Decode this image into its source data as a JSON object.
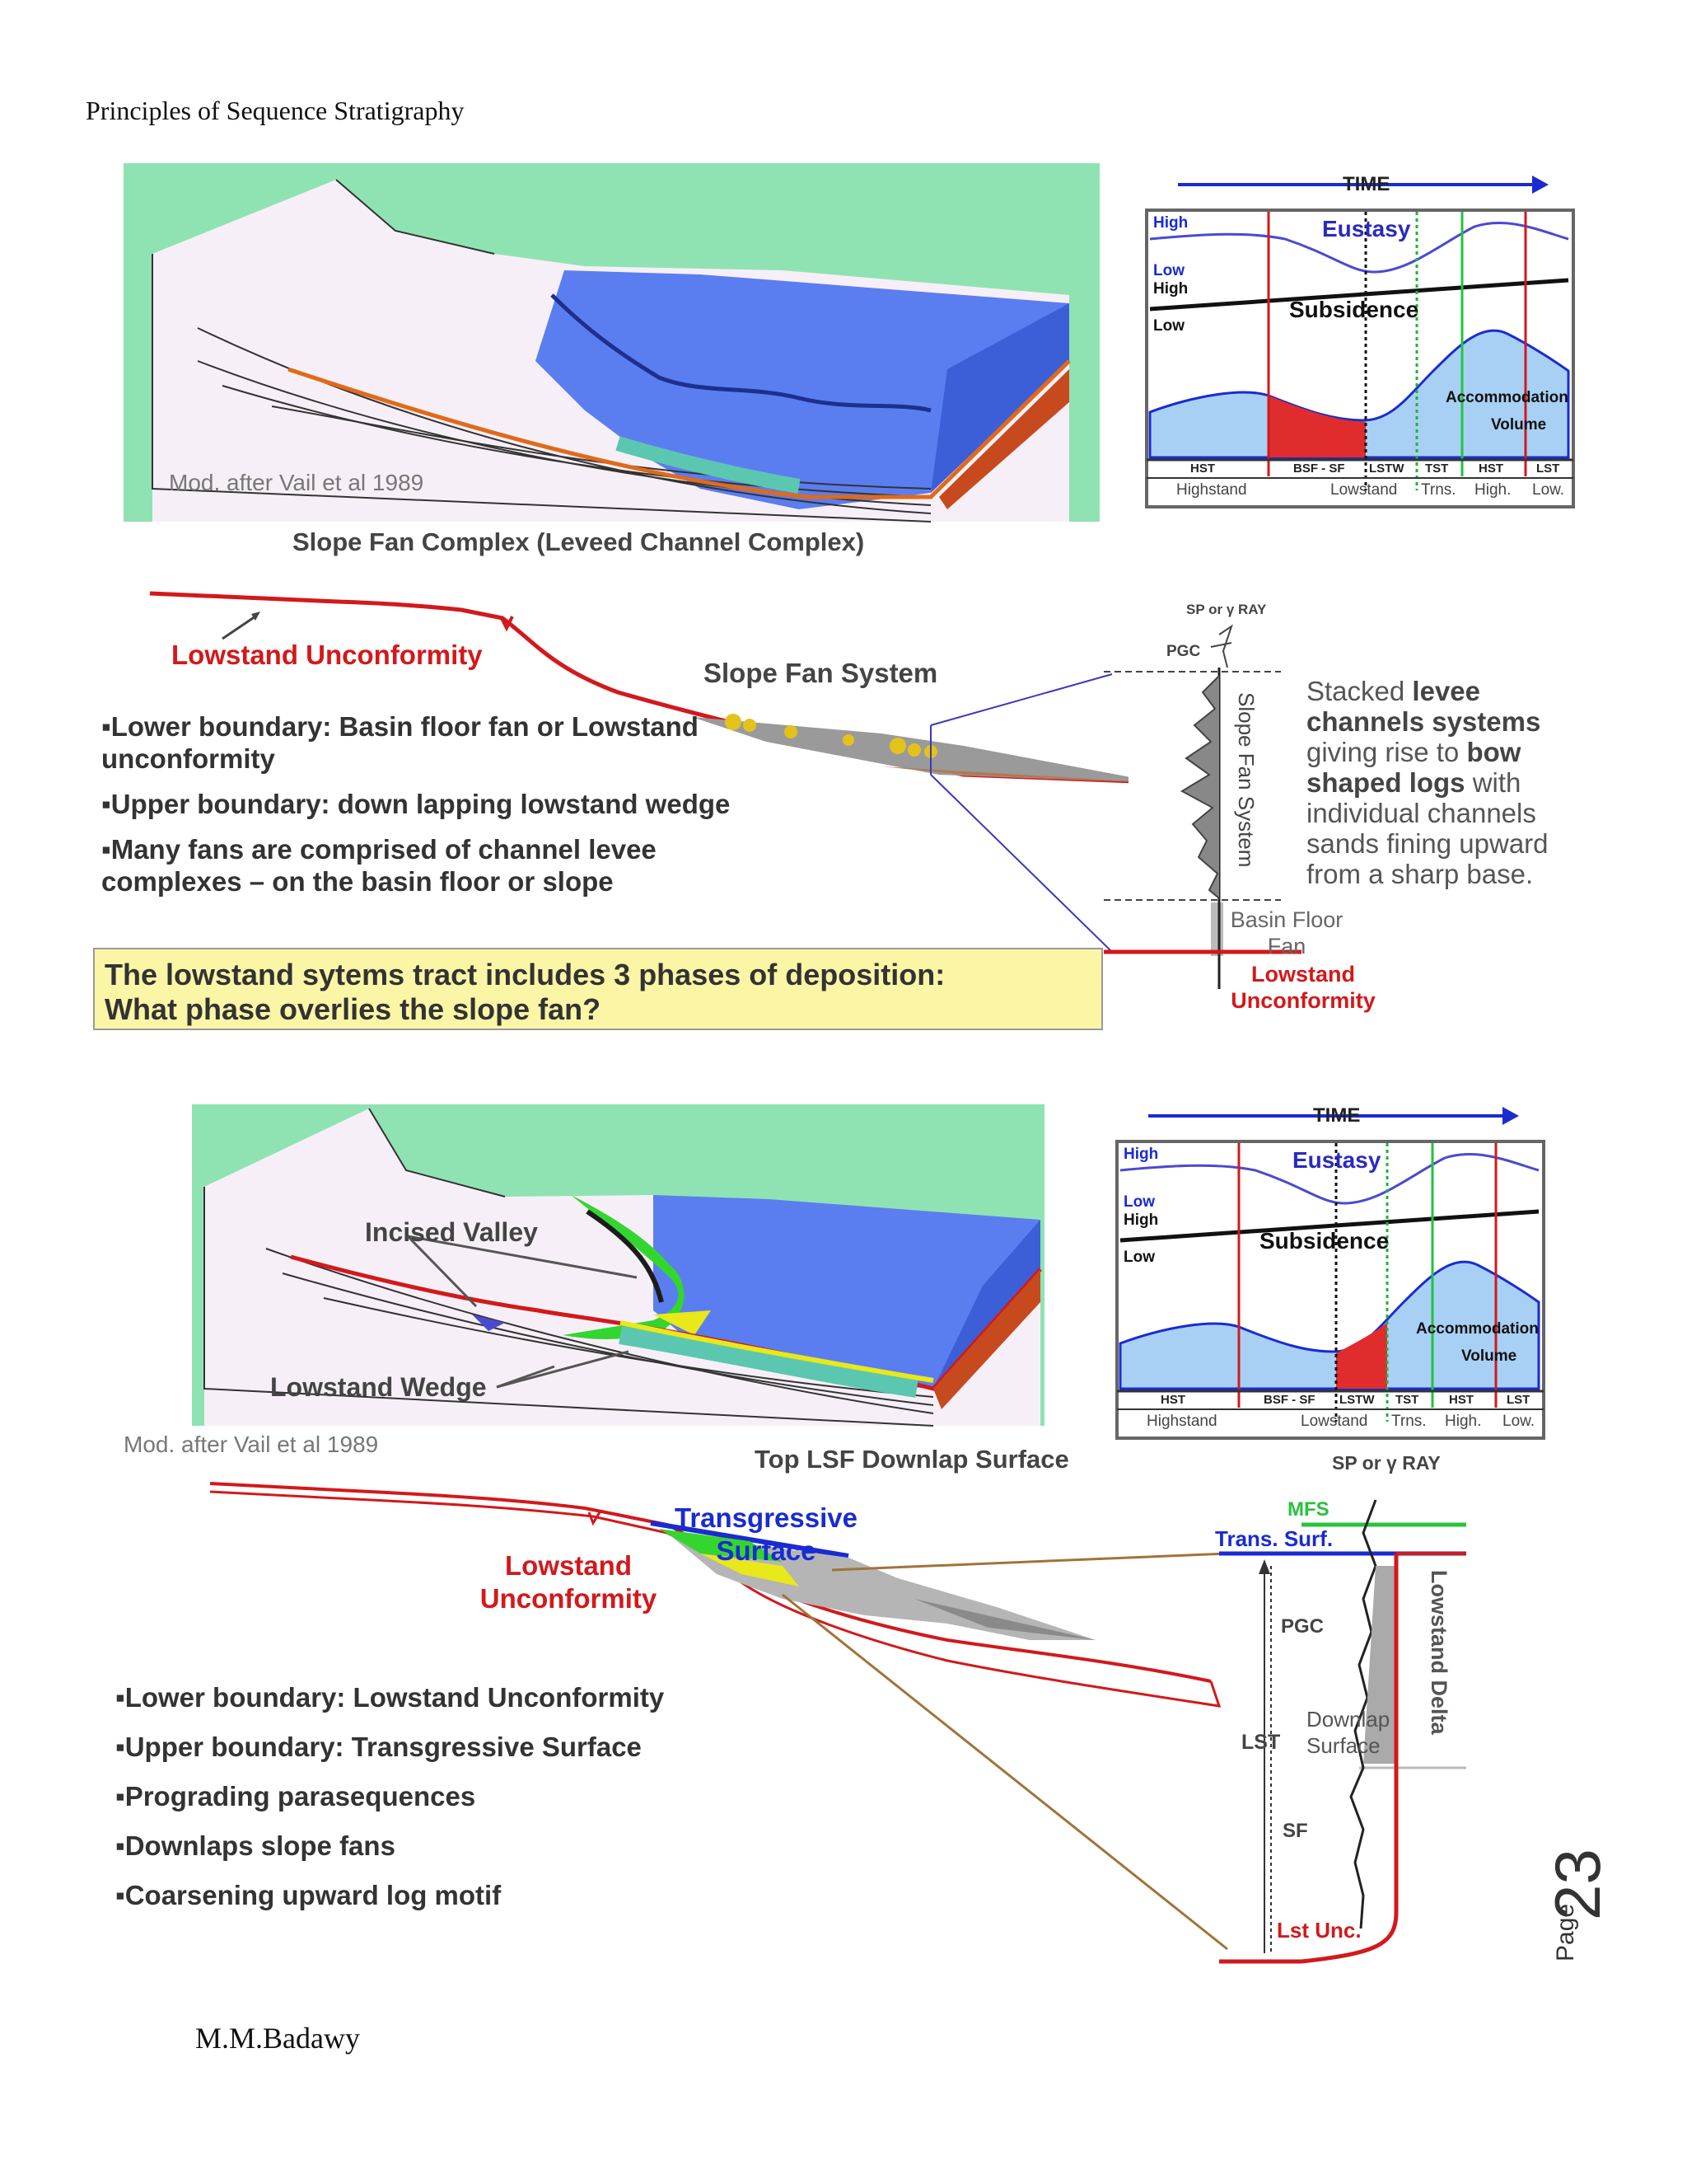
{
  "page": {
    "running_header": "Principles of Sequence Stratigraphy",
    "author": "M.M.Badawy",
    "page_word": "Page",
    "page_number": "23"
  },
  "figure1": {
    "block_credit": "Mod. after Vail et al 1989",
    "caption": "Slope Fan Complex (Leveed Channel Complex)",
    "chart": {
      "time_label": "TIME",
      "high1": "High",
      "low1": "Low",
      "high2": "High",
      "low2": "Low",
      "eustasy": "Eustasy",
      "subsidence": "Subsidence",
      "accommodation": "Accommodation",
      "volume": "Volume",
      "tracts": [
        "HST",
        "BSF - SF",
        "LSTW",
        "TST",
        "HST",
        "LST"
      ],
      "stages": [
        "Highstand",
        "Lowstand",
        "Trns.",
        "High.",
        "Low."
      ]
    },
    "section": {
      "unconformity_label": "Lowstand Unconformity",
      "system_label": "Slope Fan System",
      "log_header": "SP or γ RAY",
      "pgc": "PGC",
      "log_interval": "Slope Fan System",
      "basin_floor_fan": "Basin Floor Fan",
      "log_unconformity": "Lowstand Unconformity"
    },
    "bullets": [
      "▪Lower boundary: Basin floor fan or Lowstand unconformity",
      "▪Upper boundary: down lapping lowstand wedge",
      "▪Many fans are comprised of channel levee complexes – on the basin floor or slope"
    ],
    "description": {
      "p1": "Stacked ",
      "b1": "levee channels systems",
      "p2": " giving rise to ",
      "b2": "bow shaped logs",
      "p3": " with individual channels sands fining upward from a  sharp base."
    },
    "question_line1": "The lowstand sytems tract includes 3 phases of deposition:",
    "question_line2": "What phase overlies the slope fan?"
  },
  "figure2": {
    "block_credit": "Mod. after Vail et al 1989",
    "incised_valley": "Incised Valley",
    "lowstand_wedge": "Lowstand Wedge",
    "downlap_label": "Top LSF Downlap Surface",
    "chart": {
      "time_label": "TIME",
      "high1": "High",
      "low1": "Low",
      "high2": "High",
      "low2": "Low",
      "eustasy": "Eustasy",
      "subsidence": "Subsidence",
      "accommodation": "Accommodation",
      "volume": "Volume",
      "tracts": [
        "HST",
        "BSF - SF",
        "LSTW",
        "TST",
        "HST",
        "LST"
      ],
      "stages": [
        "Highstand",
        "Lowstand",
        "Trns.",
        "High.",
        "Low."
      ]
    },
    "section": {
      "transgressive": "Transgressive",
      "surface": "Surface",
      "lowstand": "Lowstand",
      "unconformity": "Unconformity",
      "log_header": "SP or γ RAY",
      "mfs": "MFS",
      "trans_surf": "Trans. Surf.",
      "pgc": "PGC",
      "lst": "LST",
      "downlap": "Downlap",
      "surface2": "Surface",
      "sf": "SF",
      "lst_unc": "Lst Unc.",
      "lowstand_delta": "Lowstand Delta"
    },
    "bullets": [
      "▪Lower boundary: Lowstand Unconformity",
      "▪Upper boundary: Transgressive Surface",
      "▪Prograding parasequences",
      "▪Downlaps slope fans",
      "▪Coarsening upward log motif"
    ]
  },
  "colors": {
    "red": "#d2191b",
    "blue": "#1a2bd1",
    "sea": "#5a7ef0",
    "sky": "#8fe3b3",
    "accommodation": "#a8d0f5",
    "question_bg": "#fbf6a6"
  }
}
